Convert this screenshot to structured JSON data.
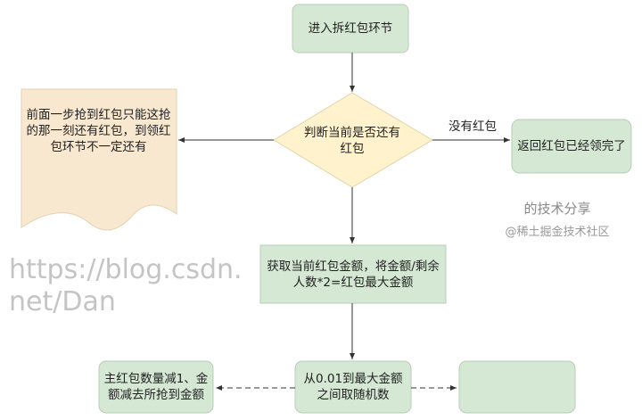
{
  "nodes": {
    "start": "进入拆红包环节",
    "decision": "判断当前是否还有红包",
    "note": "前面一步抢到红包只能这抢的那一刻还有红包，到领红包环节不一定还有",
    "empty": "返回红包已经领完了",
    "calc": "获取当前红包金额，将金额/剩余人数*2=红包最大金额",
    "random": "从0.01到最大金额之间取随机数",
    "update": "主红包数量减1、金额减去所抢到金额",
    "right": ""
  },
  "edges": {
    "no_packet": "没有红包"
  },
  "watermark": {
    "url": "https://blog.csdn.net/Dan",
    "author": "的技术分享",
    "site": "@稀土掘金技术社区"
  },
  "colors": {
    "process": "#d5e8d4",
    "decision": "#fff2cc",
    "note": "#f8e8d0"
  }
}
